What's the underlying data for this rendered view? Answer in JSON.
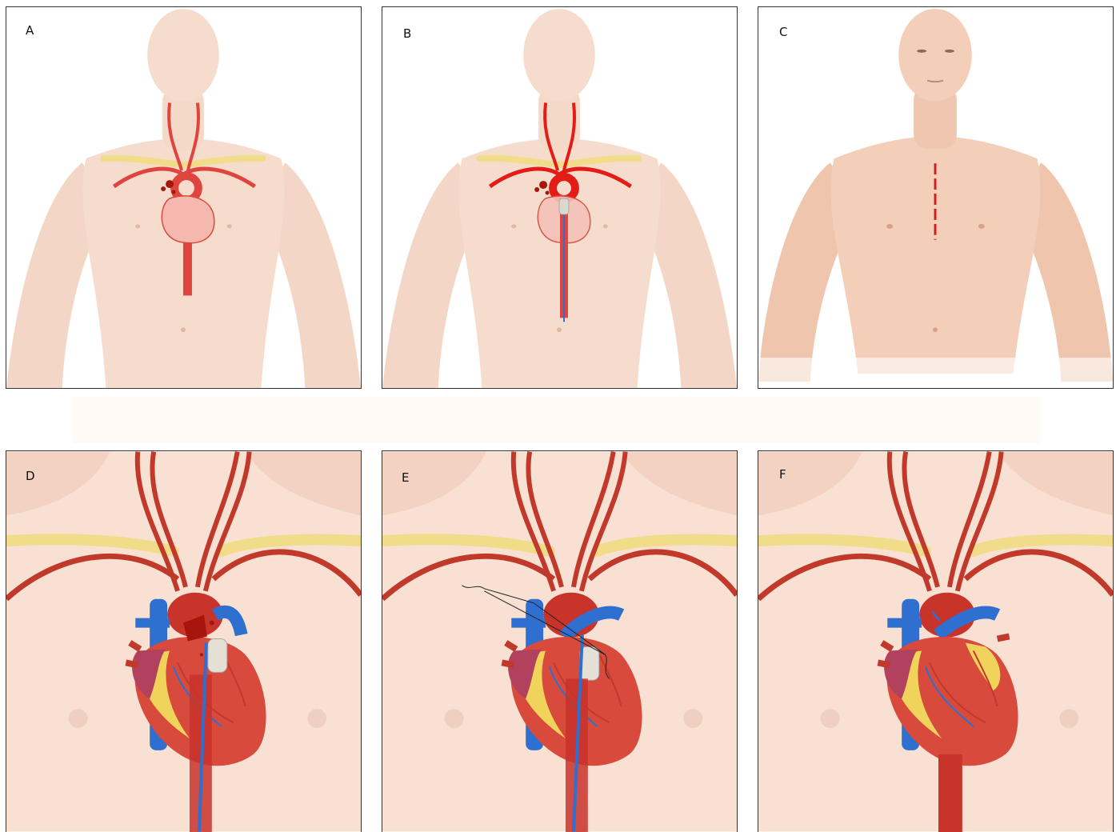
{
  "panels": {
    "a": {
      "label": "A"
    },
    "b": {
      "label": "B"
    },
    "c": {
      "label": "C"
    },
    "d": {
      "label": "D"
    },
    "e": {
      "label": "E"
    },
    "f": {
      "label": "F"
    }
  },
  "colors": {
    "skin": "#f6dccd",
    "skin_shadow": "#e9c3ad",
    "artery": "#e0443f",
    "artery_dark": "#b3261e",
    "vein": "#2f6fd0",
    "clavicle": "#f1dc8a",
    "fat": "#f0d35a",
    "heart": "#d84a3c",
    "incision": "#d22020"
  },
  "icons": {
    "body": "torso-figure",
    "heart": "heart",
    "catheter": "catheter",
    "suture": "suture"
  }
}
